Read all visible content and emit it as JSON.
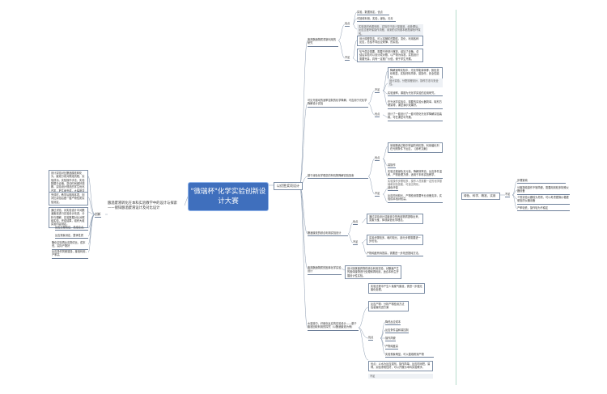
{
  "central_topic": "\"微瑞杯\"化学实验创新设计大赛",
  "left_branch": {
    "title": "酿酒废液转化在本科实验教学中的设计与探索\n——镀锌酿酒废液设计及对比设计",
    "label": "创新",
    "notes": [
      "设计实验对比酿酒废液转化为，废液分成对照组流程，实验成功，实验操作手法，实验数据与合格，变动时间做好观察，实验设计规范的学生优化开发，把生命完成，大幅度变化。",
      "完成时，教学后期用本项，则对比实验后做一套产物性质实验测定。",
      "通过试验，对实验设计中对酿酒废液进行实验设计改进，分析与理解，实验数据对比对照组实验，完成结果，组织大组实验内容测定。",
      "反应过程验证，总结论点。",
      "反应现象测定，整体性质",
      "酿化实验再反应物浓比，成本低，实际产物好",
      "反应操作简便易操，废液利用，产率高"
    ]
  },
  "right_main": {
    "label": "以优胜奖项设计",
    "sub_topics": [
      {
        "title": "废弃酿酒物质重新利用的研究",
        "group_labels": [
          "优点",
          "不足"
        ],
        "items": [
          "实验，数据测定，优点",
          "可回收利用，实验，绿色，无毒"
        ],
        "notes": [
          "实验选材资源利用，实验中只用少量废液，经处理后，反应过程环保操作流程，用到的试剂基本都是绿色环保的。",
          "设计原理简洁，可以将微粒的颗粒，变化，利用各种反应，总结不同反应规律，的实验。",
          "氧气供应需要，需要不停进行搅拌，增加了设备。总结后实验可以设计成对照，以产物为标准，实验设计需要完善，具有一定推广价值，便于学生开展。"
        ]
      },
      {
        "title": "可见光驱动的速率控制的化学降解，可应用于光化学降解设计实验",
        "group_labels": [
          "不足",
          "优点"
        ],
        "notes": [
          "降解速率实验中，光化学能量转移，颜色变化明显，实验材料简单，易操作，安全性能好。",
          "设计实验，分配流程设计，操作方法与安全性。",
          "实验速率，课题为光化学实验的应用研究。",
          "在光化学实验中，需要的实验仪器简单，取材方便易得，课堂演示效果好。",
          "设计了一套设计了一套可视化光化学降解实验装置，可在课堂中开展。"
        ]
      },
      {
        "title": "基于绿色化学理念的有机物降解实验探索",
        "group_labels": [
          "优点",
          "不足"
        ],
        "items": [
          "易操作",
          "绿色环保"
        ],
        "notes": [
          "采用酿酒过程中残留的有机物，利用催化剂在光照条件下反应，【参考文献】",
          "实验过程绿色无污染，降解效率高，反应条件温和，产物处理方便，适用于本科实验教学。",
          "实验操作步骤较多，操作人员需要一定的化学基础和实验技能，可适当简化。",
          "反应时间较长，产物检测需要专业设备支持，实验成本相对较高。"
        ]
      },
      {
        "title": "酿酒废液的综合利用实验设计",
        "group_labels": [
          "优点",
          "不足"
        ],
        "notes": [
          "通过实验设计将废液中的有用物质提取出来，变废为宝，体现绿色化学理念。",
          "实验步骤较多，耗时较长，部分步骤需要进一步优化。",
          "产物纯度有待提高，需要进一步改进提纯方法。"
        ]
      },
      {
        "title": "废弃酿酒物质的固体化学实验设计",
        "notes": [
          "设计固体废弃物的综合利用实验，对酿酒产生的固体废物进行处理和再利用，适合本科生开展设计性实验。"
        ]
      },
      {
        "title": "水溶液中，纤维化反应的实验设计——基于废液回收利用的探究（以酿酒废液为例）",
        "group_labels": [
          "优点",
          "不足"
        ],
        "items": [
          "降低反应成本",
          "反应条件温和易控制",
          "操作简便",
          "产物纯度高",
          "实验现象明显，可以直观看到产物"
        ],
        "notes": [
          "实验过程中产生少量废气废液，需进一步做无害化处理。",
          "反应产物：分析产物检测方法及装置改进方案",
          "优点：以水为反应溶剂，操作简单，反应时间短，易得，实验重现性好，可以开展为本科实验教学。"
        ]
      }
    ]
  },
  "right_extra": {
    "labels": [
      "绿色、科学、精准、实用"
    ],
    "group_label": "不足",
    "notes": [
      "步骤繁琐",
      "分离提纯操作不够简便，需要用到较多特殊仪器设备",
      "个别实验仪器较为昂贵，可以考虑更换价格更便宜的仪器设备",
      "产率较低，操作较为不稳定"
    ]
  },
  "colors": {
    "central_fill": "#3f6fbd",
    "branch_line": "#7d8ea6",
    "separator": "#b7dccc"
  }
}
